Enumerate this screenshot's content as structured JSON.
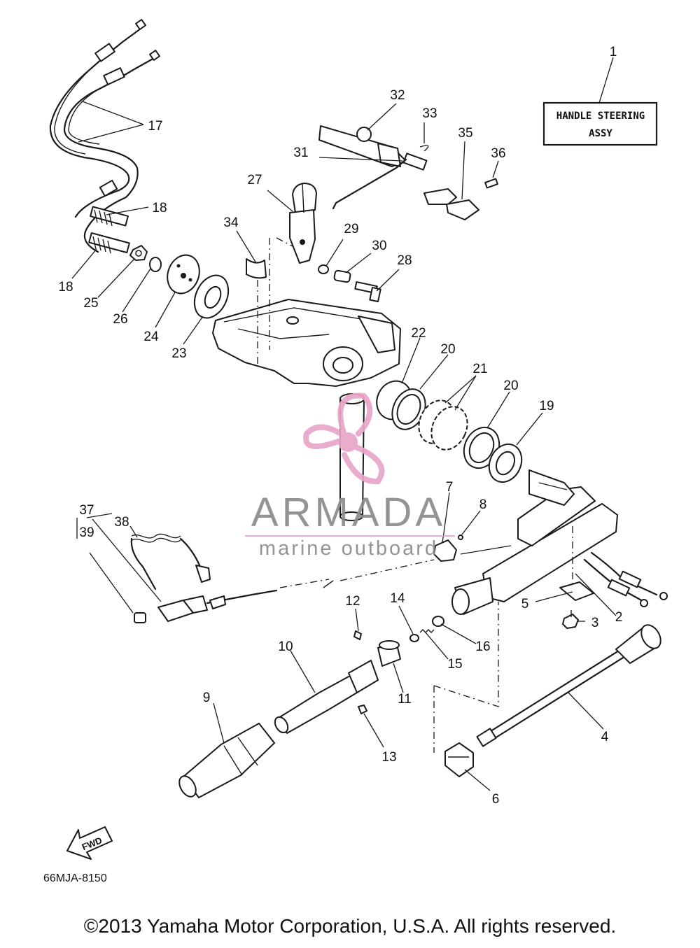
{
  "diagram": {
    "code": "66MJA-8150",
    "title_box": {
      "line1": "HANDLE STEERING",
      "line2": "ASSY"
    },
    "fwd_label": "FWD",
    "callouts": [
      "1",
      "2",
      "3",
      "4",
      "5",
      "6",
      "7",
      "8",
      "9",
      "10",
      "11",
      "12",
      "13",
      "14",
      "15",
      "16",
      "17",
      "18",
      "18",
      "19",
      "20",
      "20",
      "21",
      "22",
      "23",
      "24",
      "25",
      "26",
      "27",
      "28",
      "29",
      "30",
      "31",
      "32",
      "33",
      "34",
      "35",
      "36",
      "37",
      "38",
      "39"
    ]
  },
  "watermark": {
    "brand": "ARMADA",
    "tagline": "marine outboard",
    "colors": {
      "logo_pink": "#e8a6c8",
      "text_gray": "#8c8c8c"
    }
  },
  "footer": {
    "copyright": "©2013 Yamaha Motor Corporation, U.S.A. All rights reserved."
  }
}
